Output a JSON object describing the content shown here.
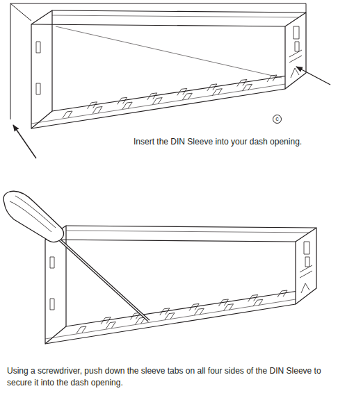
{
  "diagram": {
    "labels": [
      "c",
      "Insert the DIN Sleeve into your dash opening.",
      "Using a screwdriver, push down the sleeve tabs on all four sides of the DIN Sleeve to secure it into the dash opening."
    ]
  }
}
